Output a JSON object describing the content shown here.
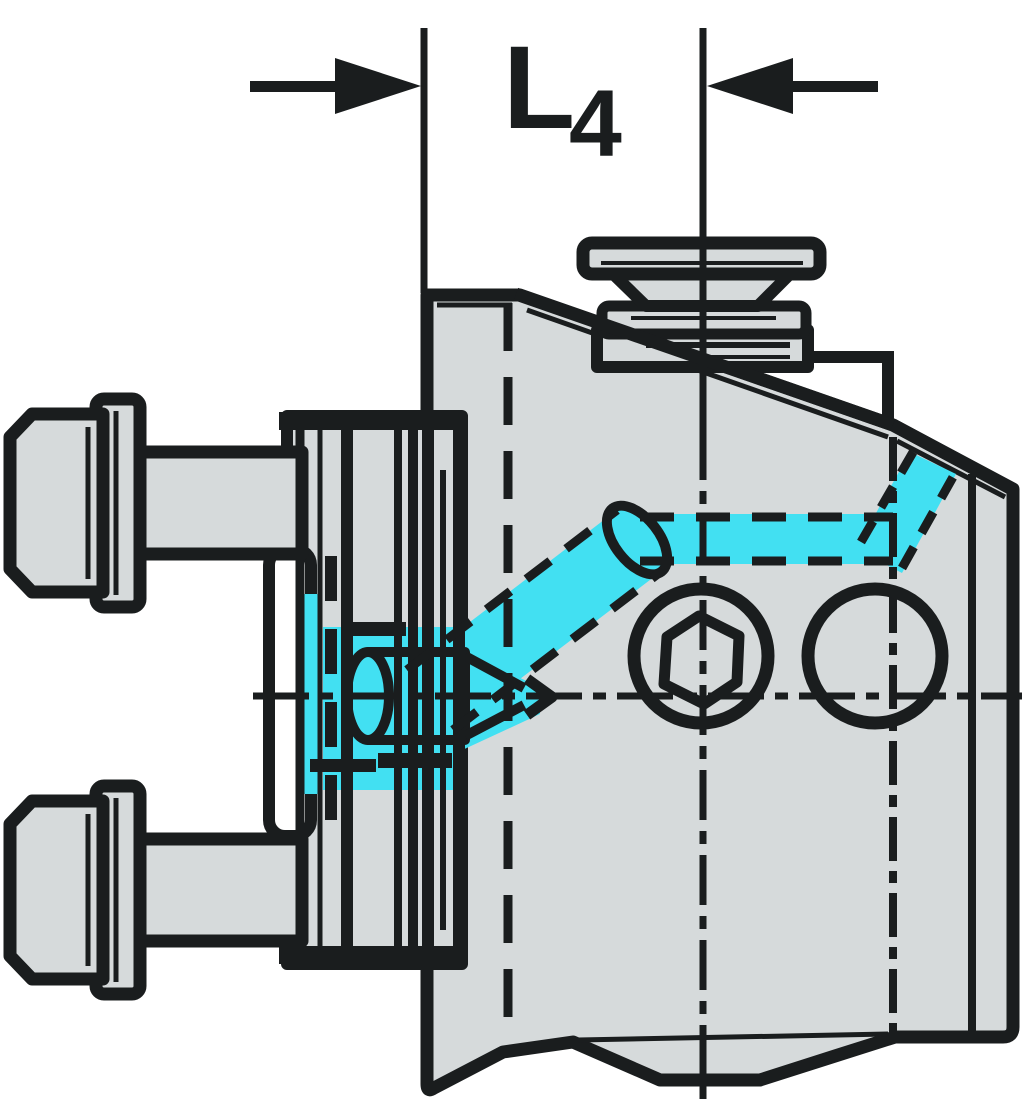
{
  "drawing": {
    "type": "technical-cross-section",
    "description_of_view": "side view of tool holder with coolant channel highlighted"
  },
  "dimension": {
    "label": "L",
    "subscript": "4"
  },
  "colors": {
    "outline": "#1a1d1e",
    "body": "#d6dadb",
    "coolant": "#42e0f2",
    "background": "#ffffff"
  }
}
